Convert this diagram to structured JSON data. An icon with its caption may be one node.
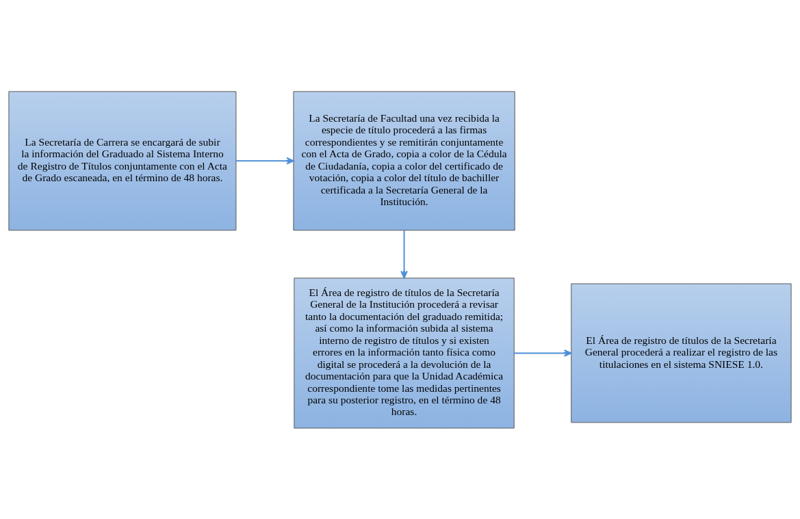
{
  "diagram": {
    "nodes": [
      {
        "text": [
          "La Secretaría de Carrera se encargará de subir la información del Graduado al Sistema Interno de Registro de Títulos conjuntamente con el Acta de Grado escaneada, en el término de 48 horas."
        ]
      },
      {
        "text": [
          "La Secretaría de Facultad una vez recibida la especie de título procederá a las firmas correspondientes y se remitirán conjuntamente con el Acta de Grado, copia a color de la Cédula de Ciudadanía, copia a color del certificado de votación, copia a color del título de bachiller certificada a la Secretaría General de la Institución."
        ]
      },
      {
        "text": [
          "El Área de registro de títulos de la Secretaría General de la Institución procederá a revisar tanto la documentación del graduado remitida; así como la información subida al sistema interno de registro de títulos y si existen errores en la información tanto física como digital se procederá a la devolución de la documentación para que la Unidad Académica correspondiente tome las medidas pertinentes para su posterior registro, en el término de 48 horas."
        ]
      },
      {
        "text": [
          "El Área de registro de títulos de la Secretaría General procederá a realizar el registro de las titulaciones en el sistema SNIESE 1.0."
        ]
      }
    ],
    "edges": [
      {
        "from": 0,
        "to": 1,
        "arrow": "to"
      },
      {
        "from": 1,
        "to": 2,
        "arrow": "to"
      },
      {
        "from": 2,
        "to": 3,
        "arrow": "to"
      }
    ]
  }
}
